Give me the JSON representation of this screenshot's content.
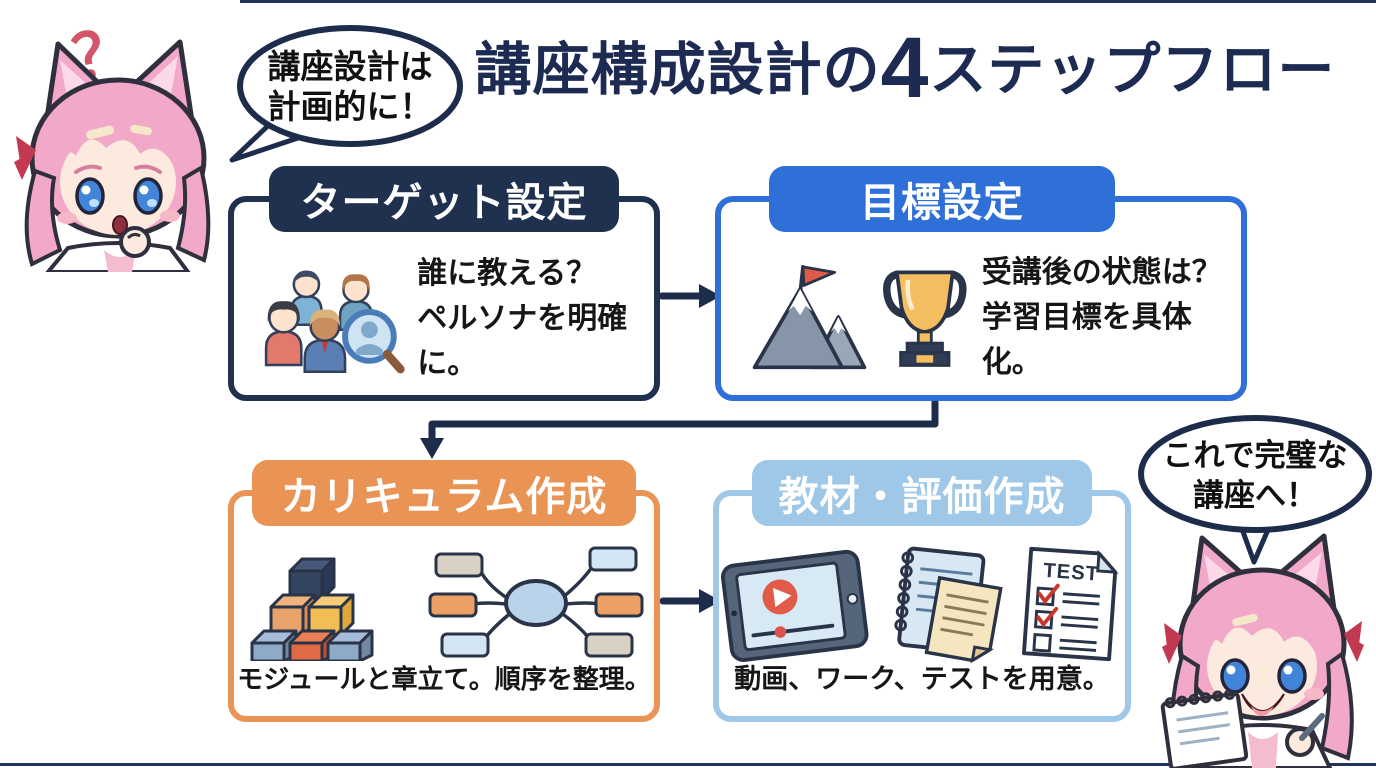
{
  "title": {
    "prefix": "講座構成設計の",
    "big_number": "4",
    "suffix": "ステップフロー"
  },
  "speech_bubbles": {
    "left": {
      "line1": "講座設計は",
      "line2": "計画的に！"
    },
    "right": {
      "line1": "これで完璧な",
      "line2": "講座へ！"
    }
  },
  "steps": [
    {
      "title": "ターゲット設定",
      "desc_line1": "誰に教える？",
      "desc_line2": "ペルソナを明確に。",
      "accent": "#20304f"
    },
    {
      "title": "目標設定",
      "desc_line1": "受講後の状態は？",
      "desc_line2": "学習目標を具体化。",
      "accent": "#2e6fd8"
    },
    {
      "title": "カリキュラム作成",
      "desc_line1": "モジュールと章立て。順序を整理。",
      "accent": "#e99455"
    },
    {
      "title": "教材・評価作成",
      "desc_line1": "動画、ワーク、テストを用意。",
      "accent": "#9ec7e8"
    }
  ],
  "icons": {
    "question_mark": "？",
    "test_sheet_label": "TEST"
  },
  "colors": {
    "title_navy": "#1d2b52",
    "outline_navy": "#1e2c4c",
    "step1_accent": "#20304f",
    "step2_accent": "#2e6fd8",
    "step3_accent": "#e99455",
    "step4_accent": "#9ec7e8",
    "flag_red": "#dd5c49",
    "background": "#ffffff"
  }
}
